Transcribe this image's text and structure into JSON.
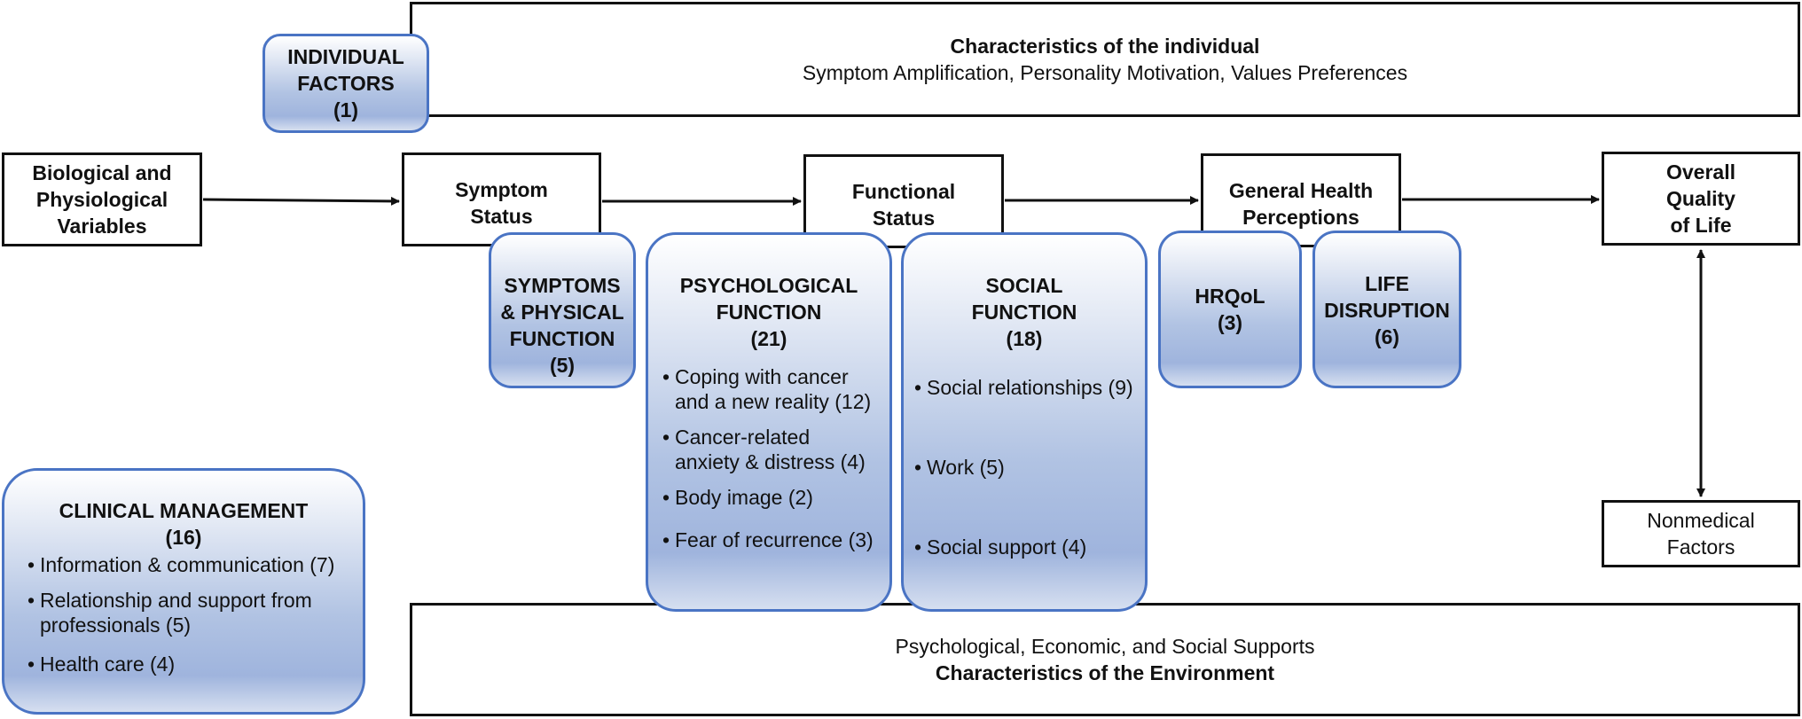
{
  "individual_box": {
    "title": "Characteristics of the individual",
    "subtitle": "Symptom Amplification, Personality Motivation, Values Preferences"
  },
  "environment_box": {
    "subtitle": "Psychological, Economic, and Social Supports",
    "title": "Characteristics of the Environment"
  },
  "individual_factors": {
    "line1": "INDIVIDUAL",
    "line2": "FACTORS",
    "count": "(1)"
  },
  "flow": {
    "bio": {
      "line1": "Biological and",
      "line2": "Physiological",
      "line3": "Variables"
    },
    "symptom": {
      "line1": "Symptom",
      "line2": "Status"
    },
    "functional": {
      "line1": "Functional",
      "line2": "Status"
    },
    "general": {
      "line1": "General Health",
      "line2": "Perceptions"
    },
    "overall": {
      "line1": "Overall",
      "line2": "Quality",
      "line3": "of Life"
    },
    "nonmedical": {
      "line1": "Nonmedical",
      "line2": "Factors"
    }
  },
  "symptoms": {
    "line1": "SYMPTOMS",
    "line2": "& PHYSICAL",
    "line3": "FUNCTION",
    "count": "(5)"
  },
  "psych": {
    "line1": "PSYCHOLOGICAL",
    "line2": "FUNCTION",
    "count": "(21)",
    "items": [
      {
        "line1": "Coping with cancer",
        "line2": "and a new reality (12)"
      },
      {
        "line1": "Cancer-related",
        "line2": "anxiety & distress (4)"
      },
      {
        "line1": "Body image (2)"
      },
      {
        "line1": "Fear of recurrence (3)"
      }
    ]
  },
  "social": {
    "line1": "SOCIAL",
    "line2": "FUNCTION",
    "count": "(18)",
    "items": [
      "Social relationships (9)",
      "Work (5)",
      "Social support (4)"
    ]
  },
  "hrqol": {
    "line1": "HRQoL",
    "count": "(3)"
  },
  "life": {
    "line1": "LIFE",
    "line2": "DISRUPTION",
    "count": "(6)"
  },
  "clinical": {
    "line1": "CLINICAL MANAGEMENT",
    "count": "(16)",
    "items": [
      {
        "line1": "Information & communication (7)"
      },
      {
        "line1": "Relationship and support from",
        "line2": "professionals (5)"
      },
      {
        "line1": "Health care (4)"
      }
    ]
  }
}
